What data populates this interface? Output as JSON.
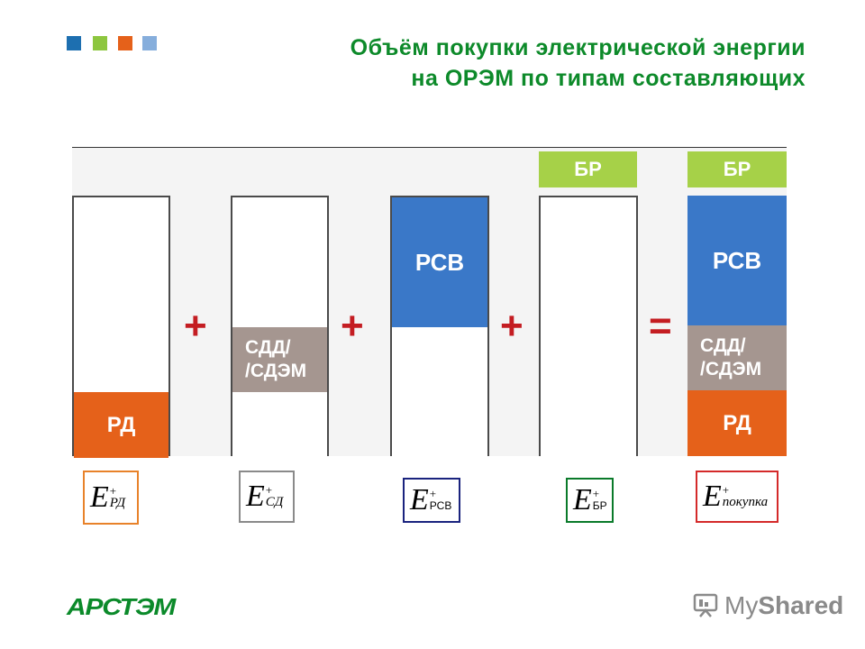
{
  "header": {
    "title_line1": "Объём покупки электрической энергии",
    "title_line2": "на ОРЭМ по типам составляющих",
    "squares": [
      "#1d6fb0",
      "#8dc63f",
      "#e5611a",
      "#86aedc"
    ]
  },
  "diagram": {
    "col1": {
      "rd": "РД"
    },
    "col2": {
      "sdd1": "СДД/",
      "sdd2": "/СДЭМ"
    },
    "col3": {
      "rsv": "РСВ"
    },
    "col4": {
      "br": "БР"
    },
    "col5": {
      "br": "БР",
      "rsv": "РСВ",
      "sdd1": "СДД/",
      "sdd2": "/СДЭМ",
      "rd": "РД"
    },
    "op_plus": "+",
    "op_equals": "="
  },
  "formulas": [
    {
      "base": "E",
      "sup": "+",
      "sub": "РД",
      "color": "#e8822a"
    },
    {
      "base": "E",
      "sup": "+",
      "sub": "СД",
      "color": "#8a8a8a"
    },
    {
      "base": "E",
      "sup": "+",
      "sub": "РСВ",
      "color": "#1a237e"
    },
    {
      "base": "E",
      "sup": "+",
      "sub": "БР",
      "color": "#0a7a2a"
    },
    {
      "base": "E",
      "sup": "+",
      "sub": "покупка",
      "color": "#d42a2a"
    }
  ],
  "footer": {
    "logo": "АРСТЭМ",
    "watermark_a": "My",
    "watermark_b": "Shared",
    "watermark_icon": "presentation-icon"
  }
}
